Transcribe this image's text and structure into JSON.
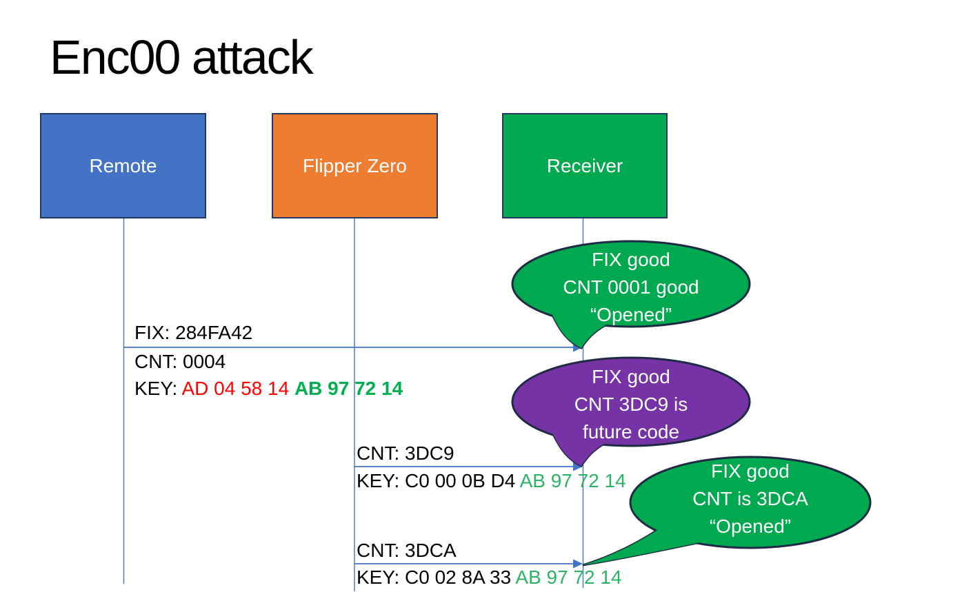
{
  "slide": {
    "title": "Enc00 attack"
  },
  "actors": [
    {
      "id": "remote",
      "label": "Remote",
      "fill": "#4472C4"
    },
    {
      "id": "flipper-zero",
      "label": "Flipper Zero",
      "fill": "#ED7D31"
    },
    {
      "id": "receiver",
      "label": "Receiver",
      "fill": "#00A94F"
    }
  ],
  "messages": [
    {
      "from": "Remote",
      "to": "Receiver",
      "label_above": "FIX: 284FA42",
      "cnt": "CNT: 0004",
      "key_prefix": "KEY: ",
      "key_red": "AD 04 58 14 ",
      "key_green": "AB 97 72 14"
    },
    {
      "from": "Flipper Zero",
      "to": "Receiver",
      "label_above": "CNT: 3DC9",
      "key_prefix": "KEY: C0 00 0B D4 ",
      "key_green": "AB 97 72 14"
    },
    {
      "from": "Flipper Zero",
      "to": "Receiver",
      "label_above": "CNT: 3DCA",
      "key_prefix": "KEY: C0 02 8A 33 ",
      "key_green": "AB 97 72 14"
    }
  ],
  "callouts": [
    {
      "target": "message-1",
      "color": "#00A94F",
      "line1": "FIX good",
      "line2": "CNT 0001 good",
      "line3": "“Opened”"
    },
    {
      "target": "message-2",
      "color": "#7533A6",
      "line1": "FIX good",
      "line2": "CNT 3DC9 is",
      "line3": "future code"
    },
    {
      "target": "message-3",
      "color": "#00A94F",
      "line1": "FIX good",
      "line2": "CNT is 3DCA",
      "line3": "“Opened”"
    }
  ],
  "colors": {
    "actor_border": "#203864",
    "callout_border": "#1F2A44",
    "connector_blue": "#4472C4",
    "key_red": "#FF0000",
    "key_green_bold": "#00B050",
    "key_green_light": "#2DB364",
    "text_black": "#000000",
    "text_white": "#FFFFFF"
  }
}
